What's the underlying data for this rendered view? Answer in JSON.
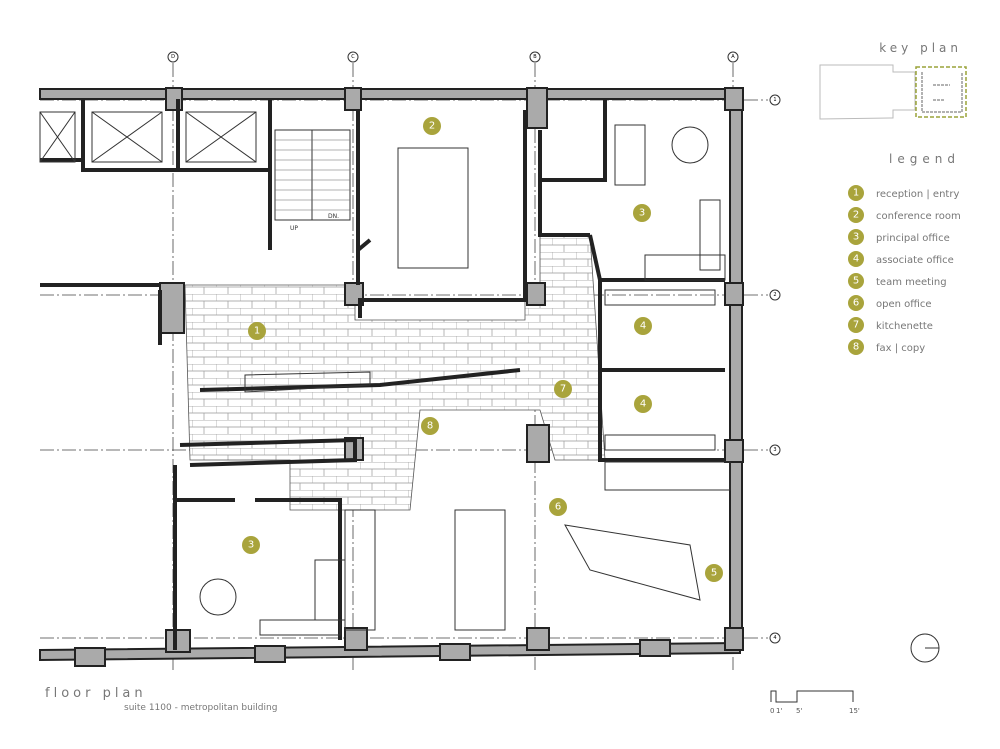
{
  "key_plan": {
    "title": "key plan"
  },
  "legend": {
    "title": "legend",
    "items": [
      {
        "num": "1",
        "label": "reception | entry"
      },
      {
        "num": "2",
        "label": "conference room"
      },
      {
        "num": "3",
        "label": "principal office"
      },
      {
        "num": "4",
        "label": "associate office"
      },
      {
        "num": "5",
        "label": "team meeting"
      },
      {
        "num": "6",
        "label": "open office"
      },
      {
        "num": "7",
        "label": "kitchenette"
      },
      {
        "num": "8",
        "label": "fax | copy"
      }
    ]
  },
  "grid": {
    "columns": [
      "D",
      "C",
      "B",
      "A"
    ],
    "rows": [
      "1",
      "2",
      "3",
      "4"
    ]
  },
  "rooms": [
    "1",
    "2",
    "3",
    "4",
    "4",
    "5",
    "6",
    "7",
    "8",
    "3"
  ],
  "stair": {
    "up": "UP",
    "down": "DN."
  },
  "title": {
    "main": "floor plan",
    "sub": "suite 1100 - metropolitan building"
  },
  "scale": {
    "ticks": [
      "0",
      "1'",
      "5'",
      "15'"
    ]
  },
  "colors": {
    "accent": "#a9a43c",
    "key_highlight": "#9aa43a"
  }
}
